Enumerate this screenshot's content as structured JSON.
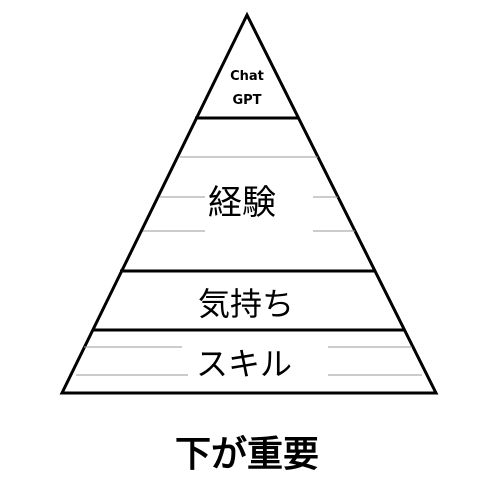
{
  "pyramid": {
    "top_line1": "Chat",
    "top_line2": "GPT",
    "tier2": "経験",
    "tier3": "気持ち",
    "tier4": "スキル"
  },
  "caption": "下が重要",
  "colors": {
    "stroke": "#000000",
    "thin_line": "#9a9a9a",
    "background": "#ffffff"
  }
}
